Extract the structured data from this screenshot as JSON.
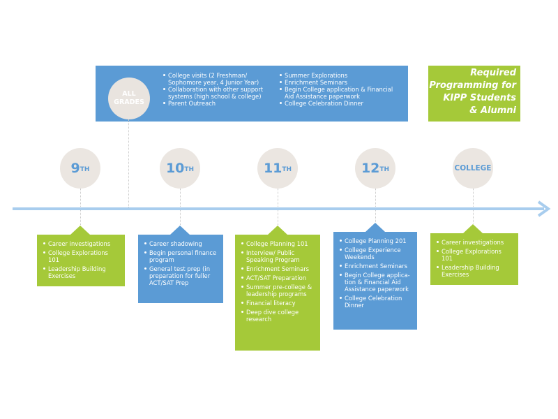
{
  "colors": {
    "blue": "#5b9bd5",
    "green": "#a5c939",
    "circle_fill": "#ebe6e1",
    "timeline": "#a8cdee"
  },
  "all_grades": {
    "label": "ALL\nGRADES",
    "column_1": [
      "College visits (2 Freshman/\nSophomore year, 4 Junior Year)",
      "Collaboration with other support\nsystems (high school & college)",
      "Parent Outreach"
    ],
    "column_2": [
      "Summer Explorations",
      "Enrichment Seminars",
      "Begin College application & Financial\nAid Assistance paperwork",
      "College Celebration Dinner"
    ]
  },
  "legend": {
    "text": "Required\nProgramming for\nKIPP Students\n& Alumni"
  },
  "stages": [
    {
      "num": "9",
      "suffix": "TH",
      "word": "",
      "items": [
        "Career investigations",
        "College Explorations 101",
        "Leadership Building\nExercises"
      ]
    },
    {
      "num": "10",
      "suffix": "TH",
      "word": "",
      "items": [
        "Career shadowing",
        "Begin personal finance\nprogram",
        "General test prep (in\npreparation for fuller\nACT/SAT Prep"
      ]
    },
    {
      "num": "11",
      "suffix": "TH",
      "word": "",
      "items": [
        "College Planning 101",
        "Interview/ Public\nSpeaking Program",
        "Enrichment Seminars",
        "ACT/SAT Preparation",
        "Summer pre-college &\nleadership programs",
        "Financial literacy",
        "Deep dive college\nresearch"
      ]
    },
    {
      "num": "12",
      "suffix": "TH",
      "word": "",
      "items": [
        "College Planning 201",
        "College Experience\nWeekends",
        "Enrichment Seminars",
        "Begin College applica-\ntion & Financial Aid\nAssistance paperwork",
        "College Celebration\nDinner"
      ]
    },
    {
      "num": "",
      "suffix": "",
      "word": "COLLEGE",
      "items": [
        "Career investigations",
        "College Explorations 101",
        "Leadership Building\nExercises"
      ]
    }
  ]
}
